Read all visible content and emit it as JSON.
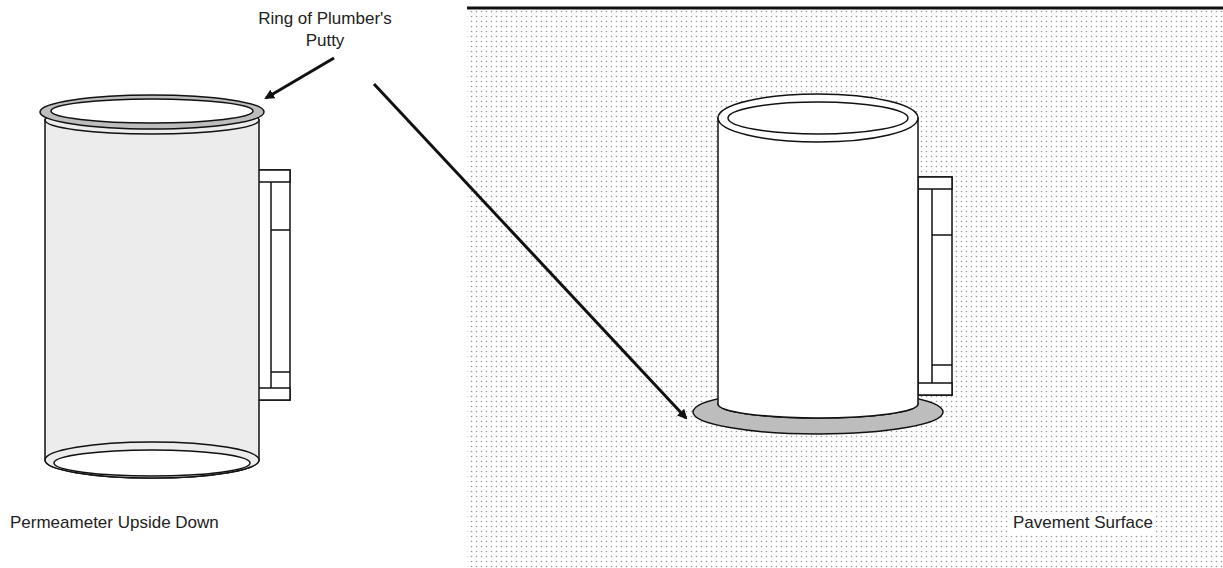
{
  "diagram": {
    "labels": [
      "Ring of Plumber's Putty",
      "Permeameter Upside Down",
      "Pavement Surface"
    ]
  }
}
